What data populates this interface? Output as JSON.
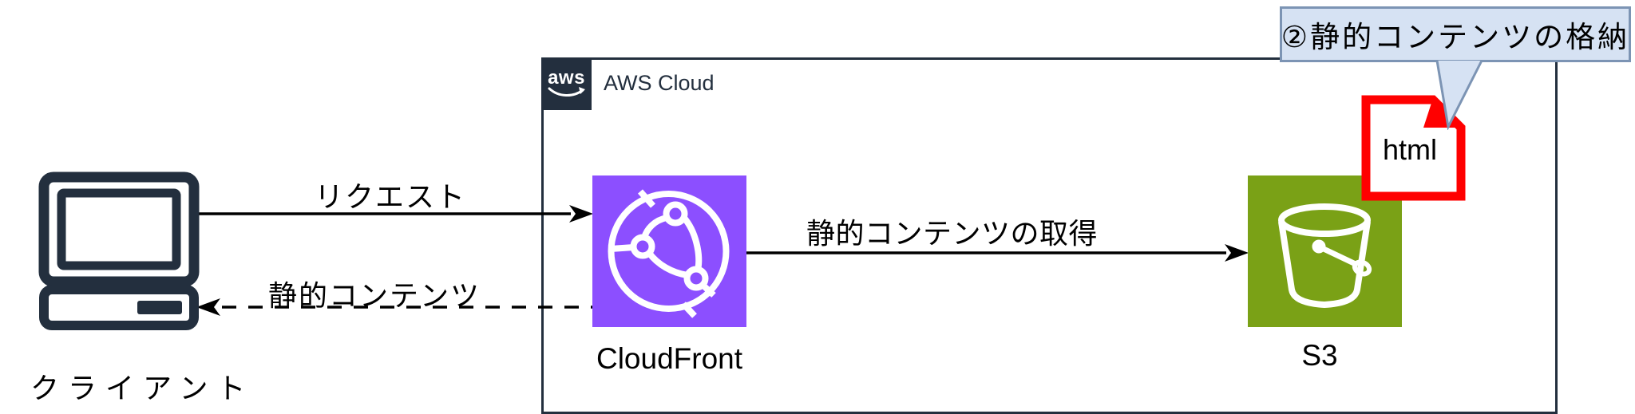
{
  "diagram": {
    "title_context": "AWS static website delivery diagram",
    "client": {
      "label": "クライアント"
    },
    "aws_cloud": {
      "logo_text": "aws",
      "label": "AWS Cloud"
    },
    "cloudfront": {
      "label": "CloudFront"
    },
    "s3": {
      "label": "S3"
    },
    "html_file": {
      "label": "html"
    },
    "callout": {
      "label": "②静的コンテンツの格納"
    },
    "arrows": {
      "request": {
        "label": "リクエスト",
        "style": "solid",
        "direction": "client→cloudfront"
      },
      "fetch": {
        "label": "静的コンテンツの取得",
        "style": "solid",
        "direction": "cloudfront→s3"
      },
      "return": {
        "label": "静的コンテンツ",
        "style": "dashed",
        "direction": "cloudfront→client"
      }
    },
    "colors": {
      "cloudfront_purple": "#8C4FFF",
      "s3_green": "#7AA116",
      "aws_navy": "#232F3E",
      "highlight_red": "#FF0000",
      "callout_fill": "#D6E2F3",
      "callout_border": "#7C94B4",
      "line_black": "#000000"
    }
  }
}
